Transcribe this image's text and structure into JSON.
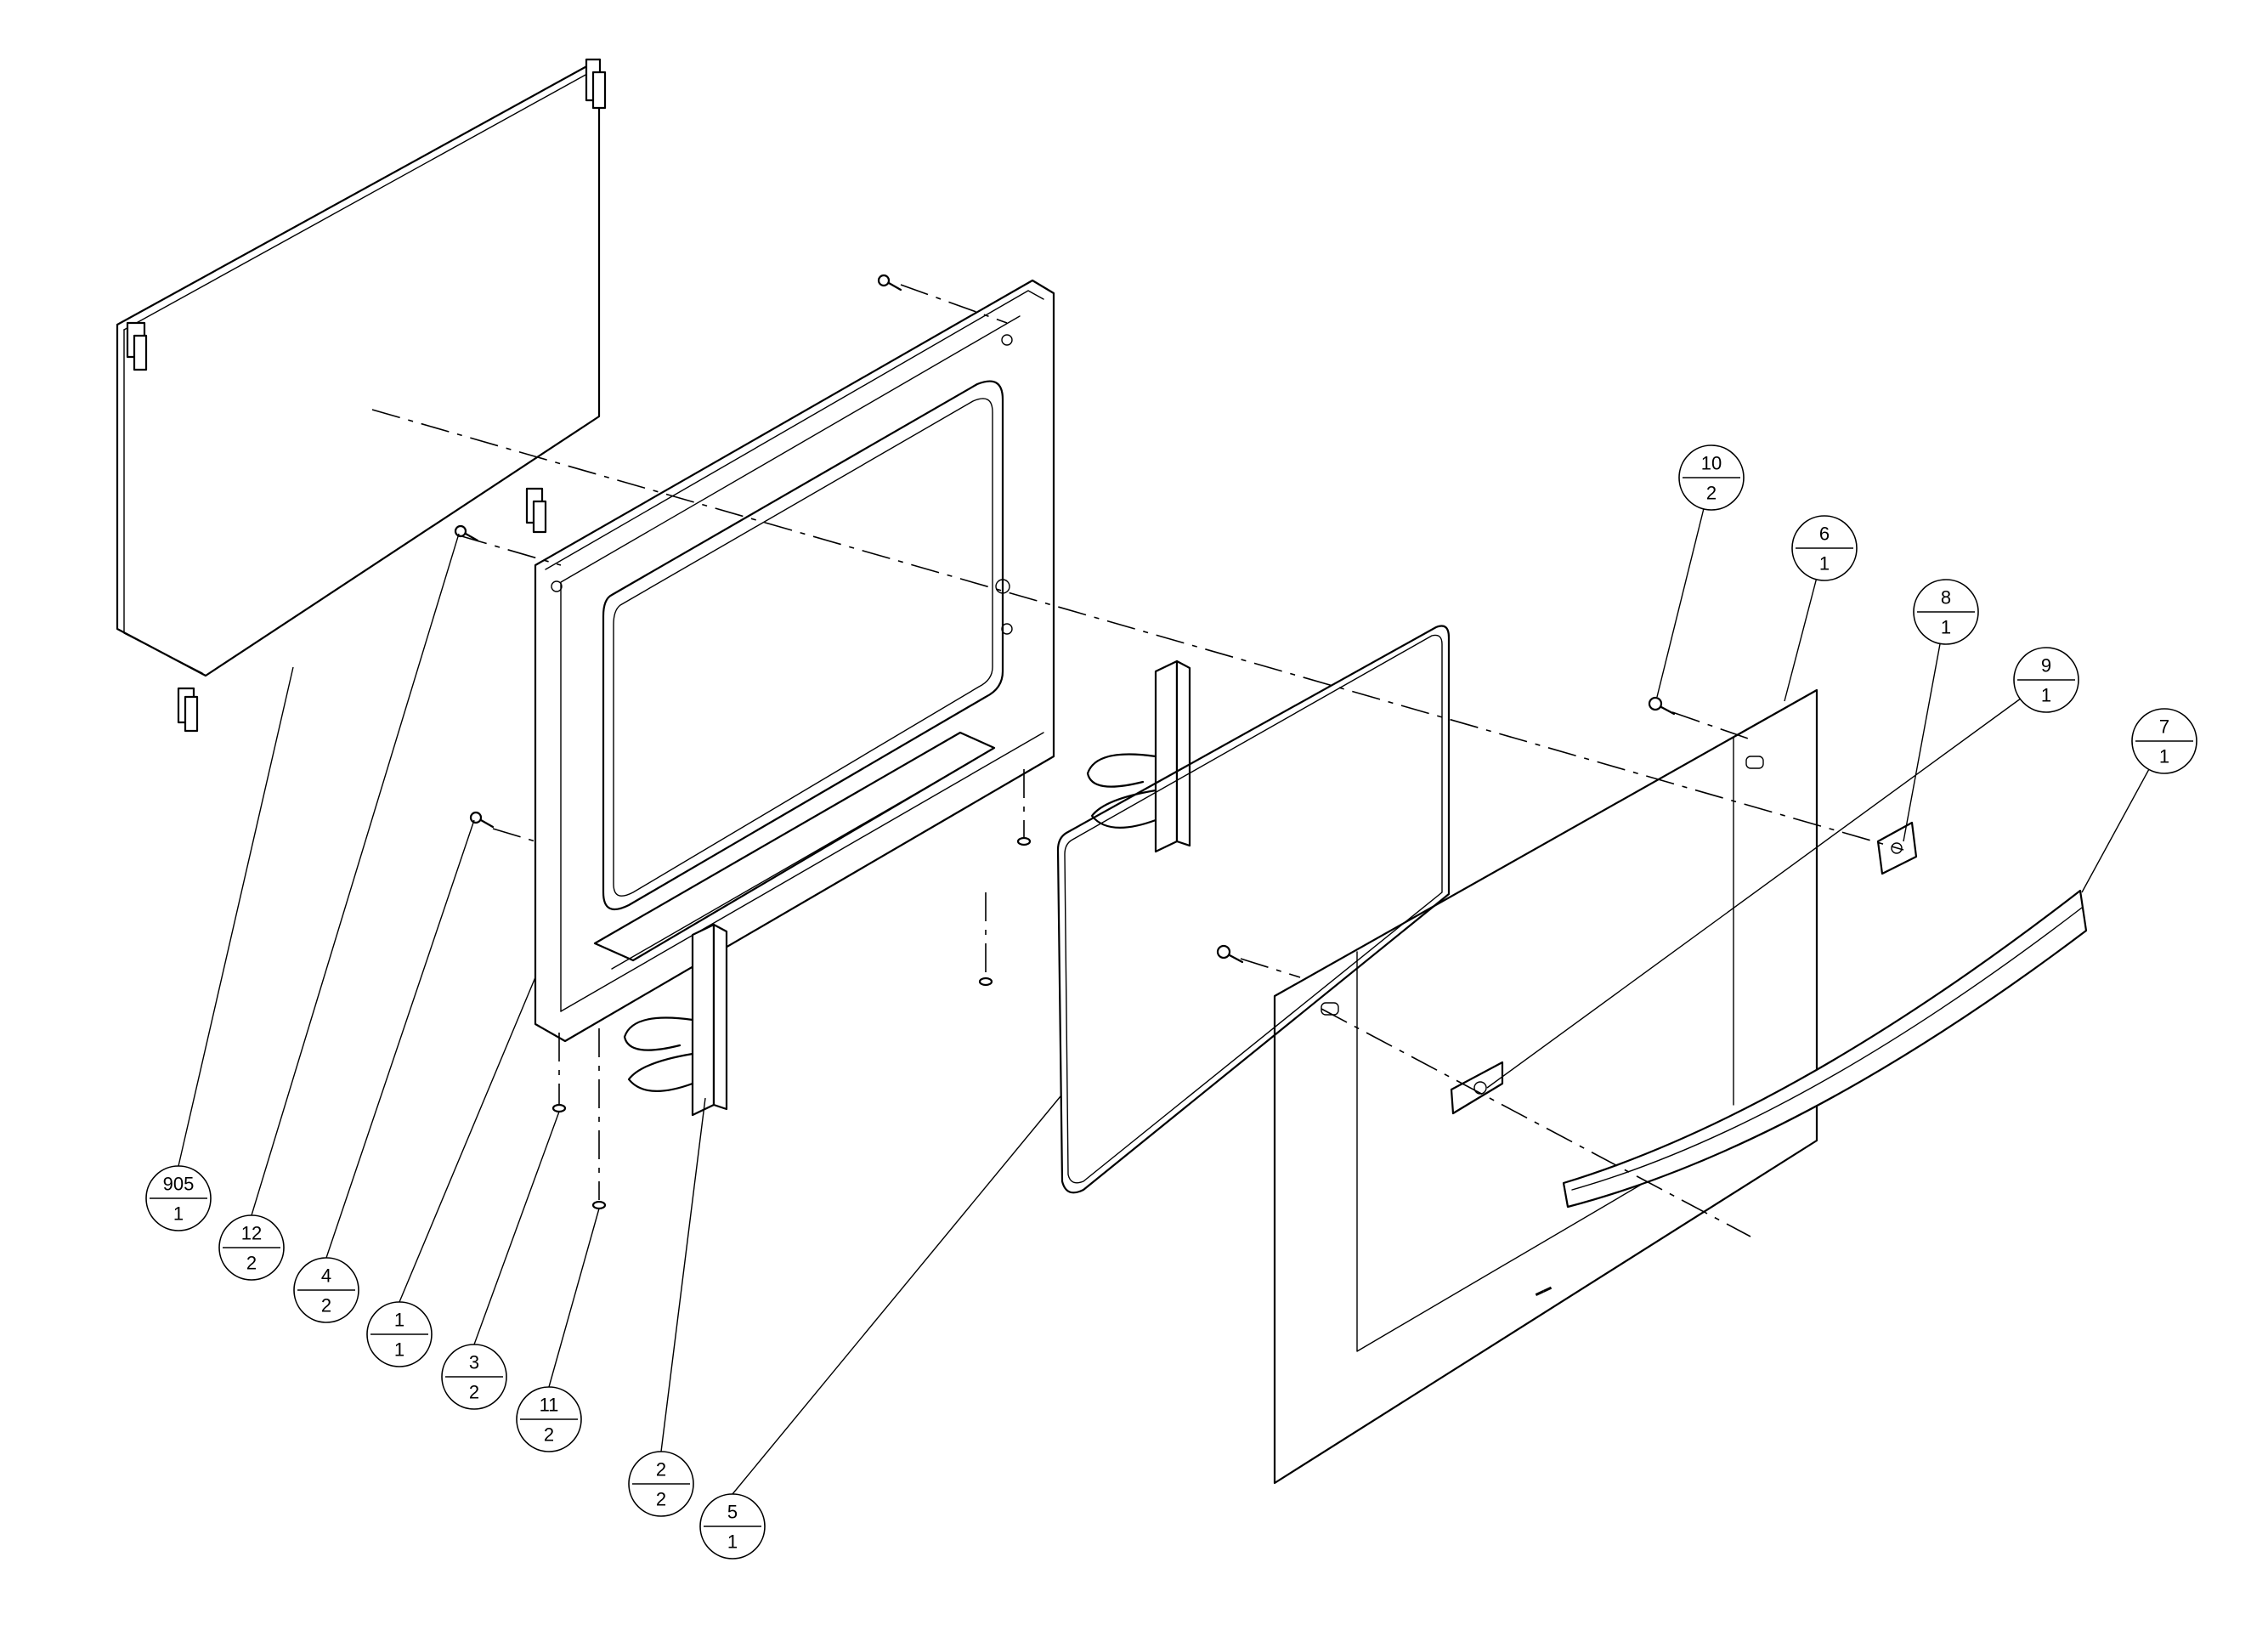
{
  "balloons": [
    {
      "id": "b905",
      "item": "905",
      "qty": "1"
    },
    {
      "id": "b12",
      "item": "12",
      "qty": "2"
    },
    {
      "id": "b4",
      "item": "4",
      "qty": "2"
    },
    {
      "id": "b1",
      "item": "1",
      "qty": "1"
    },
    {
      "id": "b3",
      "item": "3",
      "qty": "2"
    },
    {
      "id": "b11",
      "item": "11",
      "qty": "2"
    },
    {
      "id": "b2",
      "item": "2",
      "qty": "2"
    },
    {
      "id": "b5",
      "item": "5",
      "qty": "1"
    },
    {
      "id": "b10",
      "item": "10",
      "qty": "2"
    },
    {
      "id": "b6",
      "item": "6",
      "qty": "1"
    },
    {
      "id": "b8",
      "item": "8",
      "qty": "1"
    },
    {
      "id": "b9",
      "item": "9",
      "qty": "1"
    },
    {
      "id": "b7",
      "item": "7",
      "qty": "1"
    }
  ]
}
